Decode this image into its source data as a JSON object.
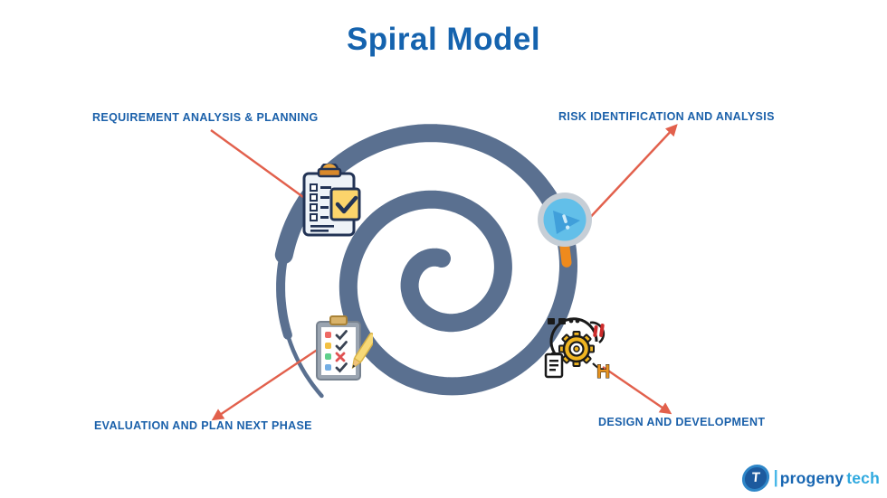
{
  "title": "Spiral Model",
  "phases": [
    {
      "id": "requirement",
      "label": "REQUIREMENT ANALYSIS  & PLANNING",
      "icon": "checklist-clipboard-icon",
      "position": "top-left"
    },
    {
      "id": "risk",
      "label": "RISK IDENTIFICATION AND ANALYSIS",
      "icon": "risk-magnifier-icon",
      "position": "top-right"
    },
    {
      "id": "evaluation",
      "label": "EVALUATION AND PLAN NEXT PHASE",
      "icon": "evaluation-clipboard-icon",
      "position": "bottom-left"
    },
    {
      "id": "design",
      "label": "DESIGN AND DEVELOPMENT",
      "icon": "development-gear-icon",
      "position": "bottom-right"
    }
  ],
  "logo": {
    "mark": "T",
    "separator": "|",
    "name_primary": "progeny",
    "name_secondary": "tech"
  },
  "colors": {
    "title": "#1563ae",
    "label": "#1a60aa",
    "connector": "#e2604c",
    "spiral": "#5a7090",
    "logo_primary": "#1766b2",
    "logo_secondary": "#2fa9df"
  }
}
